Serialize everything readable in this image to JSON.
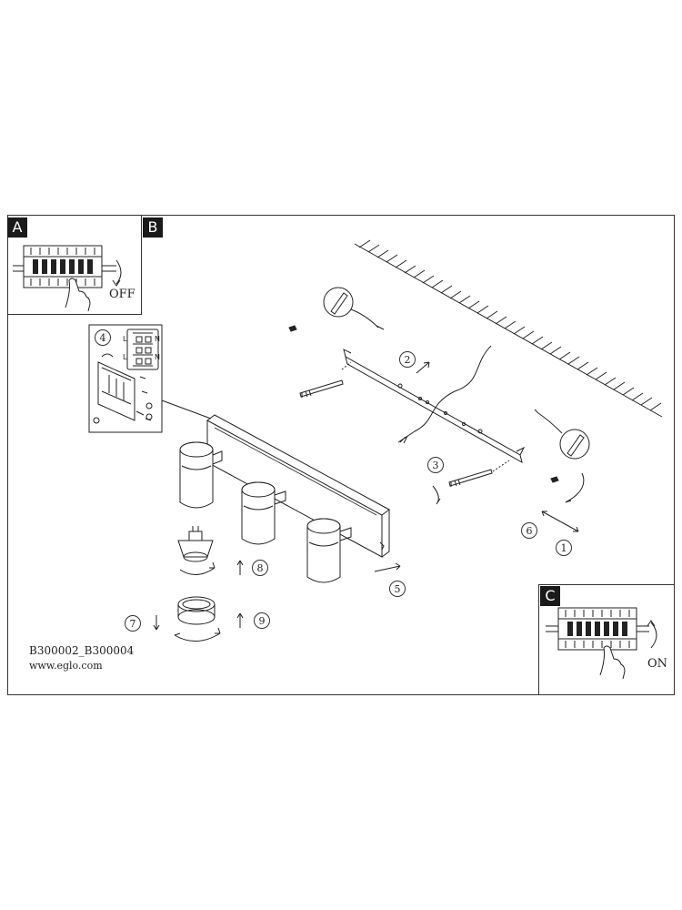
{
  "panels": {
    "a": {
      "tag": "A",
      "label": "OFF"
    },
    "b": {
      "tag": "B"
    },
    "c": {
      "tag": "C",
      "label": "ON"
    }
  },
  "steps": [
    "1",
    "2",
    "3",
    "4",
    "5",
    "6",
    "7",
    "8",
    "9"
  ],
  "terminal_labels": {
    "left": [
      "L",
      "N"
    ],
    "right": [
      "L",
      "N"
    ]
  },
  "footer": {
    "model": "B300002_B300004",
    "url": "www.eglo.com"
  }
}
